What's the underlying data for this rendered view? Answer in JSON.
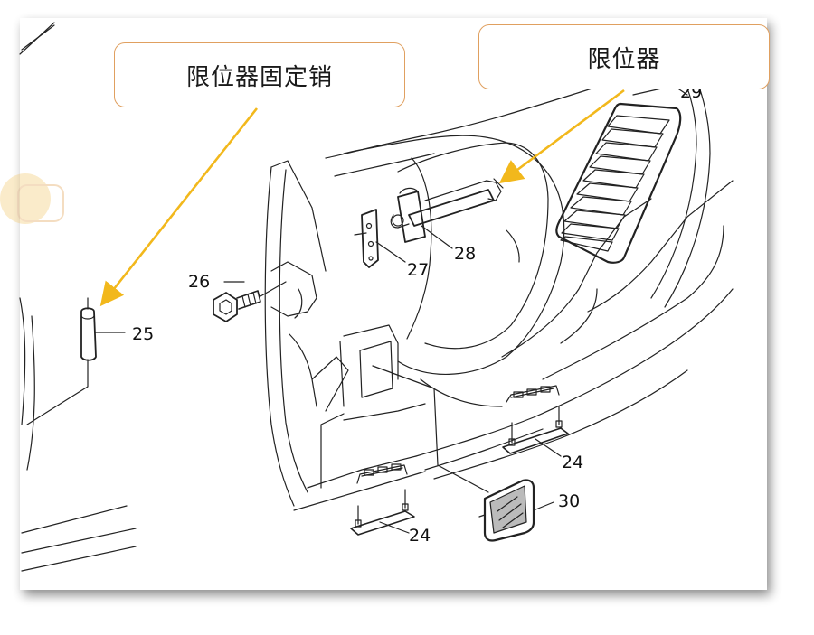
{
  "callouts": {
    "pin": "限位器固定销",
    "checker": "限位器"
  },
  "part_numbers": {
    "p24a": "24",
    "p24b": "24",
    "p25": "25",
    "p26": "26",
    "p27": "27",
    "p28": "28",
    "p29": "29",
    "p30": "30"
  },
  "colors": {
    "callout_border": "#e0a060",
    "leader_arrow": "#f2b81c",
    "line_art": "#222222"
  }
}
